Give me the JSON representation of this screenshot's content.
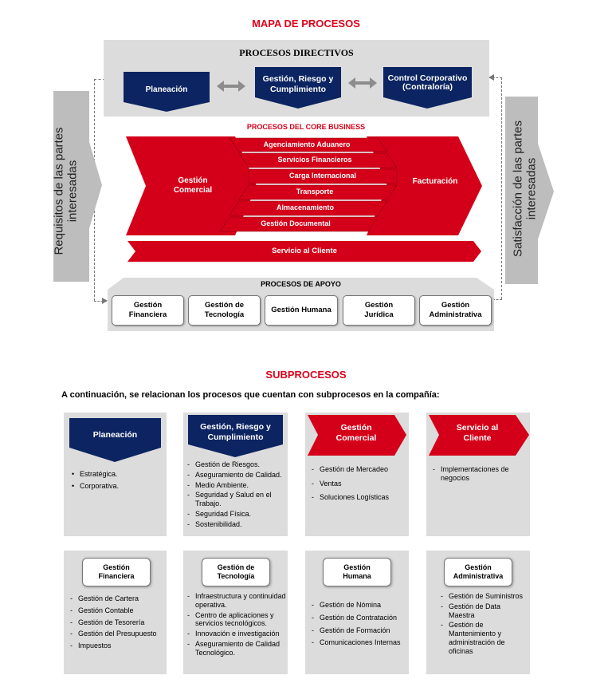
{
  "map": {
    "title": "MAPA DE PROCESOS",
    "directivos": {
      "title": "PROCESOS DIRECTIVOS",
      "items": [
        "Planeación",
        "Gestión, Riesgo y Cumplimiento",
        "Control Corporativo (Contraloría)"
      ],
      "item3_line1": "Control Corporativo",
      "item3_line2": "(Contraloría)",
      "item2_line1": "Gestión, Riesgo y",
      "item2_line2": "Cumplimiento"
    },
    "core": {
      "title": "PROCESOS DEL CORE BUSINESS",
      "left_line1": "Gestión",
      "left_line2": "Comercial",
      "right": "Facturación",
      "services": [
        "Agenciamiento Aduanero",
        "Servicios Financieros",
        "Carga Internacional",
        "Transporte",
        "Almacenamiento",
        "Gestión Documental"
      ],
      "banner": "Servicio al Cliente"
    },
    "left_side_line1": "Requisitos de las partes",
    "left_side_line2": "interesadas",
    "right_side_line1": "Satisfacción de las partes",
    "right_side_line2": "interesadas",
    "apoyo": {
      "title": "PROCESOS DE APOYO",
      "items": [
        {
          "l1": "Gestión",
          "l2": "Financiera"
        },
        {
          "l1": "Gestión de",
          "l2": "Tecnología"
        },
        {
          "l1": "Gestión  Humana",
          "l2": ""
        },
        {
          "l1": "Gestión",
          "l2": "Jurídica"
        },
        {
          "l1": "Gestión",
          "l2": "Administrativa"
        }
      ]
    }
  },
  "sub": {
    "title": "SUBPROCESOS",
    "intro": "A continuación, se relacionan los procesos que cuentan con subprocesos en la compañía:",
    "cards": [
      {
        "h1": "Planeación",
        "h2": "",
        "items": [
          "Estratégica.",
          "Corporativa."
        ]
      },
      {
        "h1": "Gestión, Riesgo y",
        "h2": "Cumplimiento",
        "items": [
          "Gestión de Riesgos.",
          "Aseguramiento de Calidad.",
          "Medio Ambiente.",
          "Seguridad y Salud en el Trabajo.",
          "Seguridad Física.",
          "Sostenibilidad."
        ]
      },
      {
        "h1": "Gestión",
        "h2": "Comercial",
        "items": [
          "Gestión de Mercadeo",
          "Ventas",
          "Soluciones Logísticas"
        ]
      },
      {
        "h1": "Servicio al",
        "h2": "Cliente",
        "items": [
          "Implementaciones de negocios"
        ]
      },
      {
        "h1": "Gestión",
        "h2": "Financiera",
        "items": [
          "Gestión de Cartera",
          "Gestión Contable",
          "Gestión de Tesorería",
          "Gestión del Presupuesto",
          "Impuestos"
        ]
      },
      {
        "h1": "Gestión de",
        "h2": "Tecnología",
        "items": [
          "Infraestructura y continuidad operativa.",
          "Centro de aplicaciones y servicios tecnológicos.",
          "Innovación e investigación",
          "Aseguramiento de Calidad Tecnológico."
        ]
      },
      {
        "h1": "Gestión",
        "h2": "Humana",
        "items": [
          "Gestión de Nómina",
          "Gestión de Contratación",
          "Gestión de Formación",
          "Comunicaciones Internas"
        ]
      },
      {
        "h1": "Gestión",
        "h2": "Administrativa",
        "items": [
          "Gestión de Suministros",
          "Gestión de Data Maestra",
          "Gestión de Mantenimiento y administración de oficinas"
        ]
      }
    ]
  },
  "colors": {
    "red": "#d40019",
    "navy": "#0c2461",
    "grey": "#dcdcdc"
  }
}
